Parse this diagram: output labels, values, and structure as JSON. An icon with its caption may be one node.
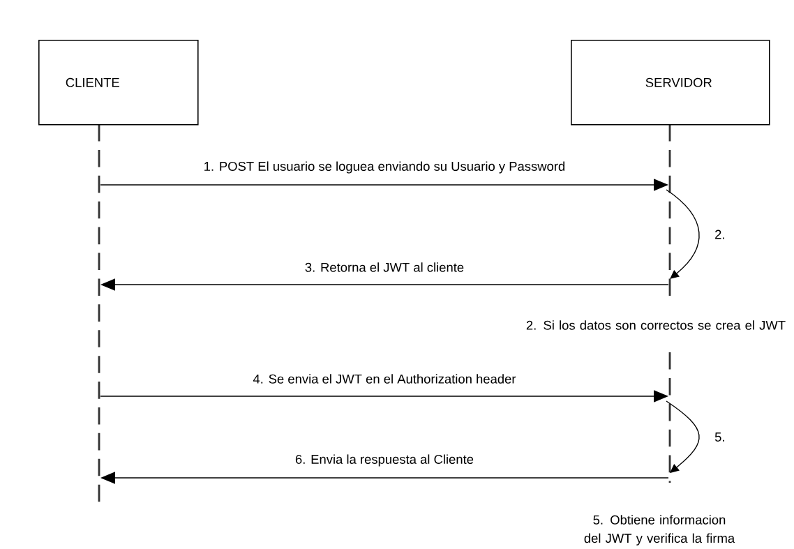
{
  "diagram": {
    "nodes": [
      {
        "text": [
          "CLIENTE"
        ]
      },
      {
        "text": [
          "SERVIDOR"
        ]
      }
    ],
    "edges": [
      {
        "from": 0,
        "to": 1,
        "arrow": "to",
        "label": "1. POST El usuario se loguea enviando su Usuario y Password"
      },
      {
        "from": 1,
        "to": 1,
        "arrow": "to",
        "label": "2."
      },
      {
        "from": 1,
        "to": 0,
        "arrow": "to",
        "label": "3. Retorna el JWT al cliente"
      },
      {
        "from": 0,
        "to": 1,
        "arrow": "to",
        "label": "4. Se envia el JWT en el  Authorization header"
      },
      {
        "from": 1,
        "to": 1,
        "arrow": "to",
        "label": "5."
      },
      {
        "from": 1,
        "to": 0,
        "arrow": "to",
        "label": "6. Envia la respuesta al Cliente"
      }
    ],
    "labels": [
      "2. Si los datos son correctos se crea el JWT",
      "5. Obtiene informacion del JWT y verifica la firma"
    ]
  }
}
